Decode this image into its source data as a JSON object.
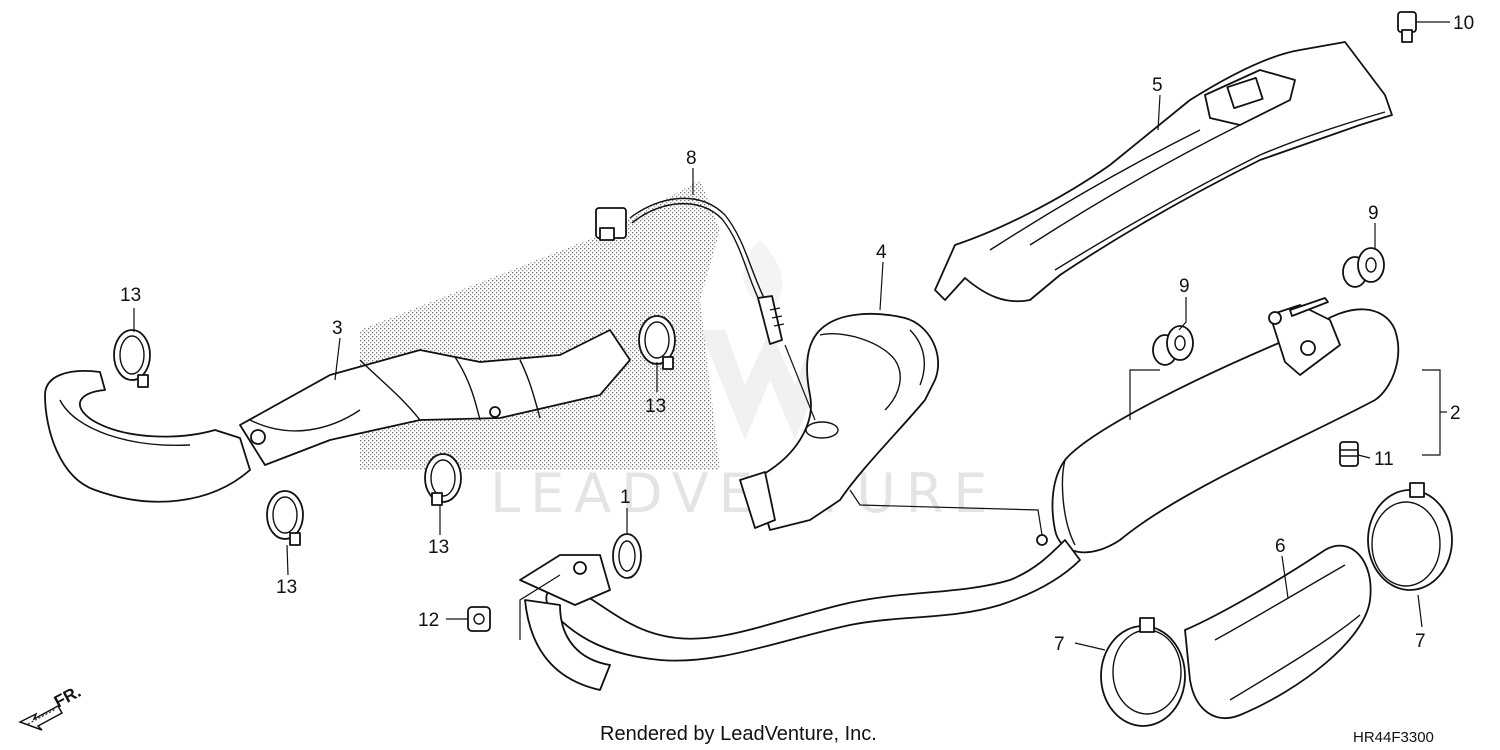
{
  "callouts": {
    "c1": "1",
    "c2": "2",
    "c3": "3",
    "c4": "4",
    "c5": "5",
    "c6": "6",
    "c7a": "7",
    "c7b": "7",
    "c8": "8",
    "c9a": "9",
    "c9b": "9",
    "c10": "10",
    "c11": "11",
    "c12": "12",
    "c13a": "13",
    "c13b": "13",
    "c13c": "13",
    "c13d": "13"
  },
  "watermark": "LEADVENTURE",
  "footer": {
    "credit": "Rendered by LeadVenture, Inc.",
    "diagram_code": "HR44F3300"
  },
  "direction": {
    "label": "FR."
  }
}
